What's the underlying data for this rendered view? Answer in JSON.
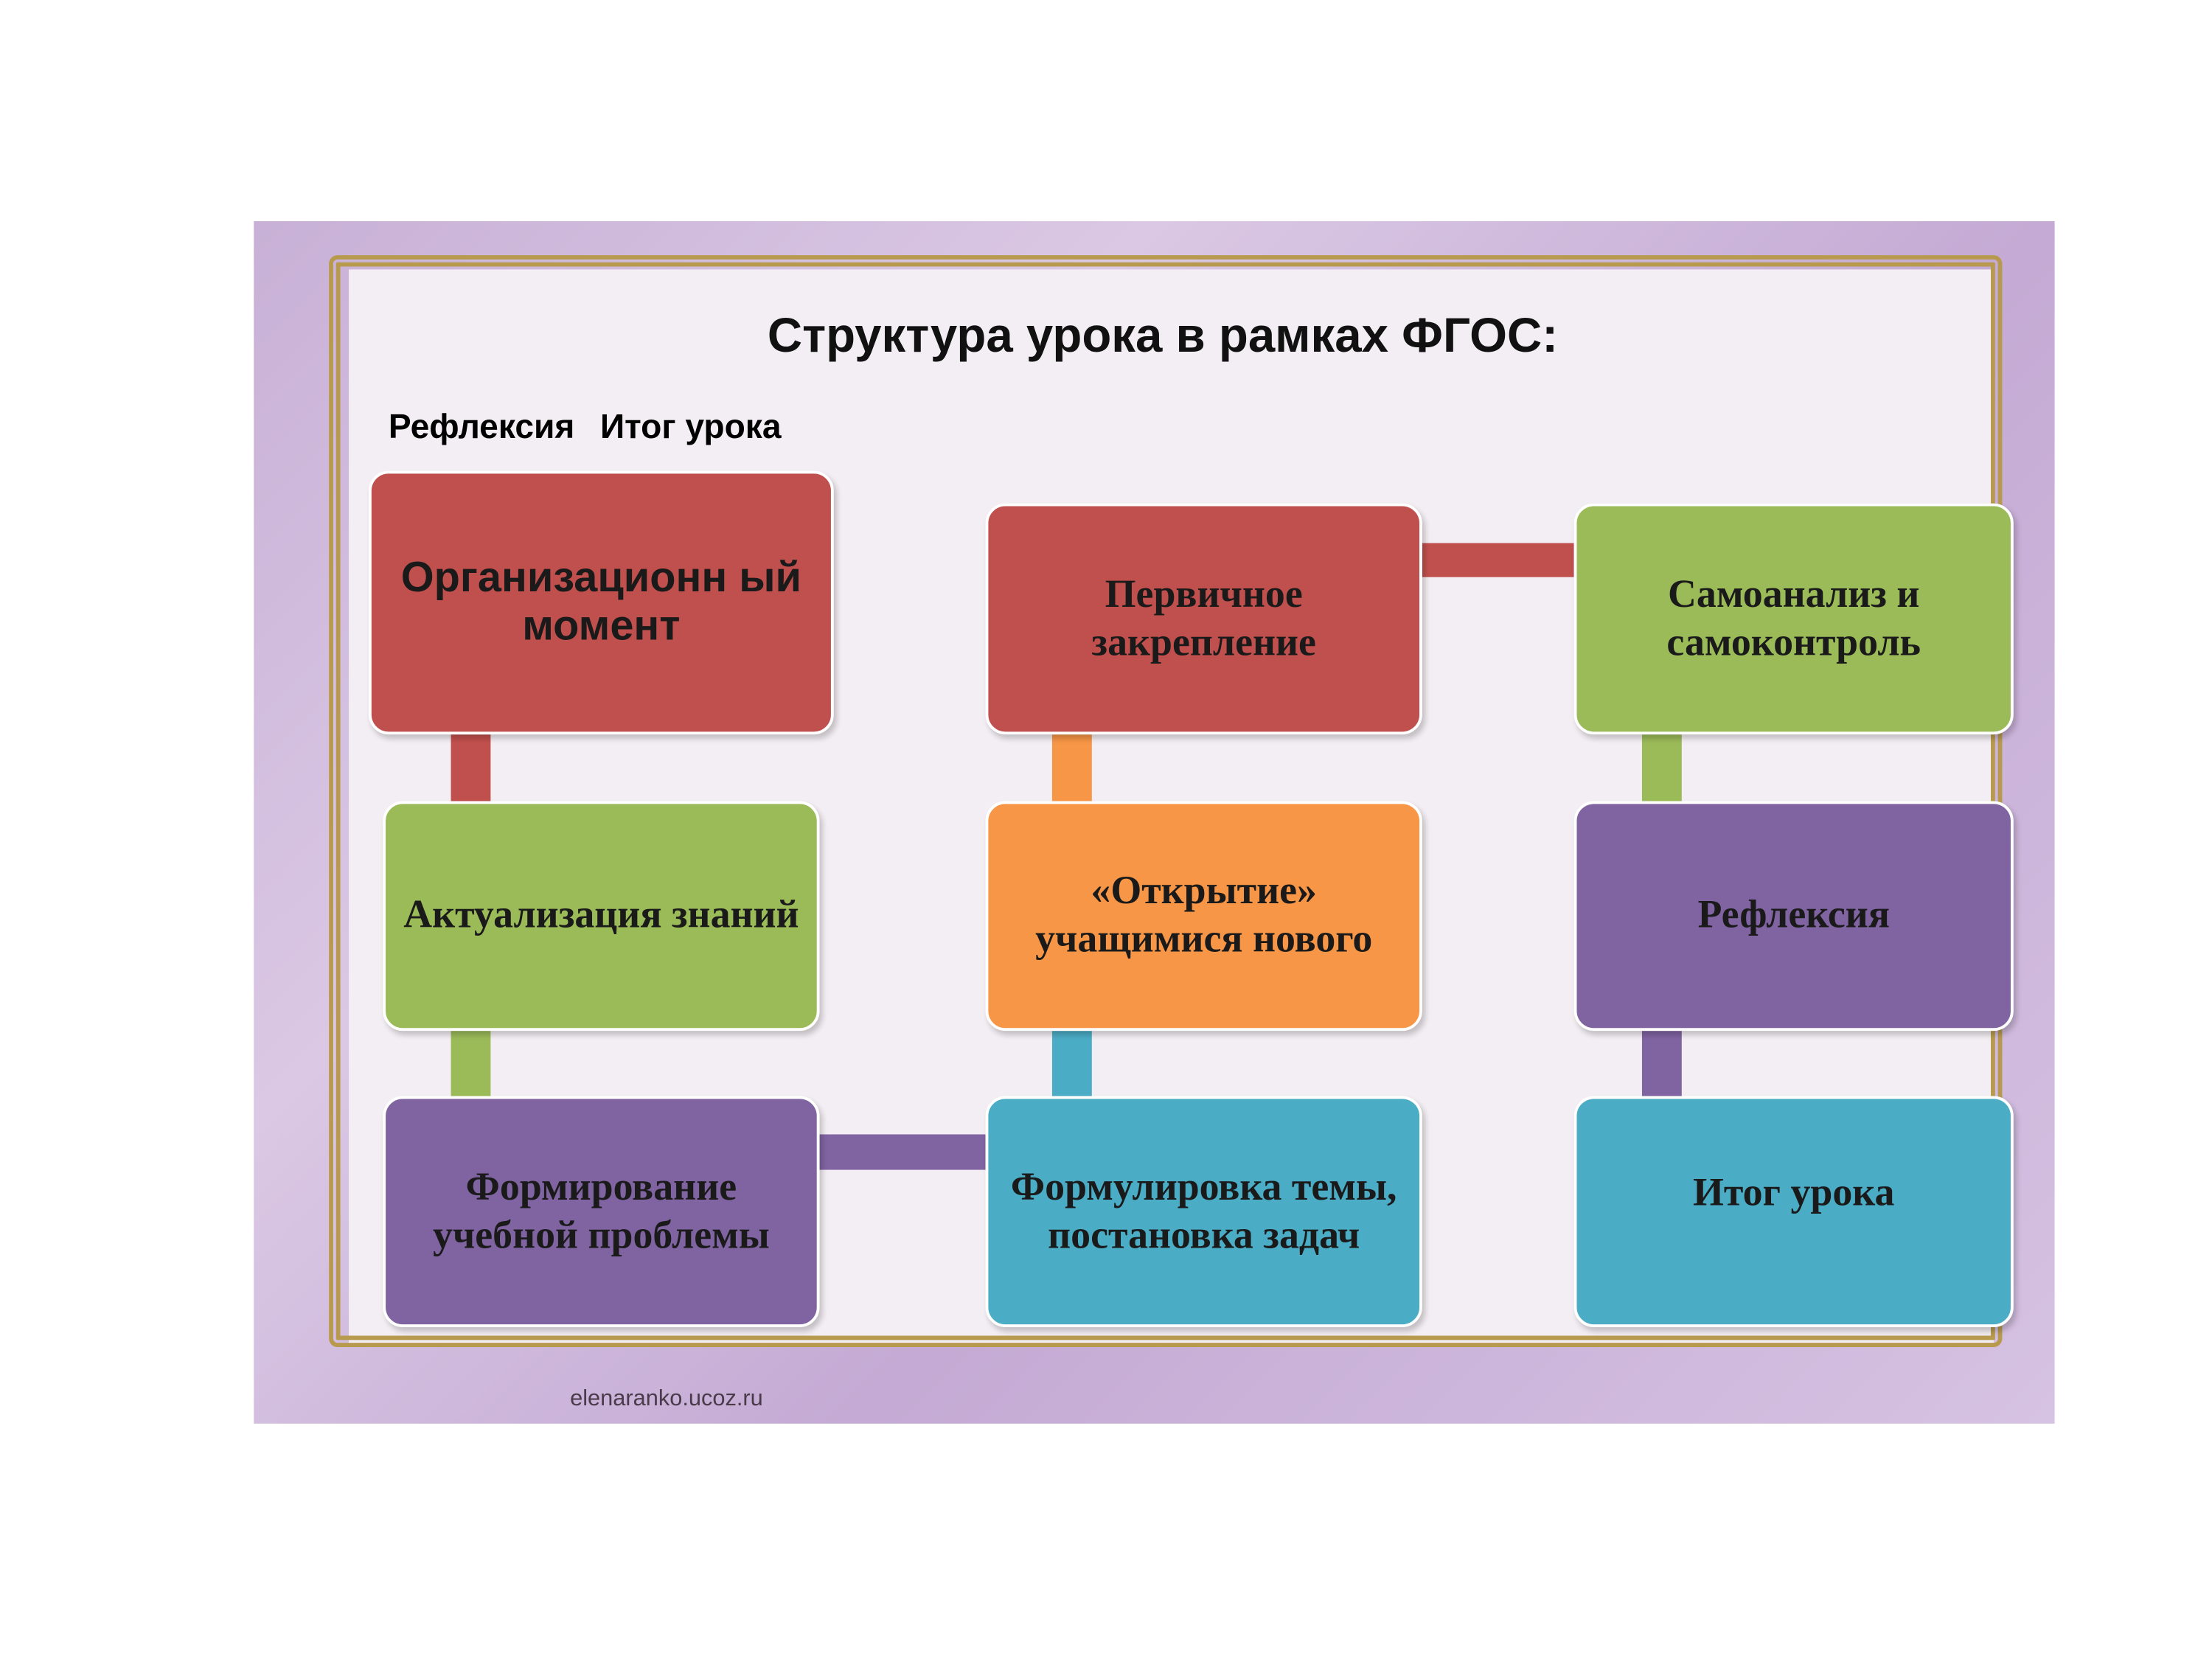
{
  "title": "Структура урока в рамках ФГОС:",
  "overlapping_label": [
    "Рефлексия",
    "Итог урока"
  ],
  "boxes": [
    {
      "label": "Организационный момент",
      "text": "Организационн ый момент",
      "color": "#c0504d"
    },
    {
      "label": "Актуализация знаний",
      "text": "Актуализация знаний",
      "color": "#9bbb59"
    },
    {
      "label": "Формирование учебной проблемы",
      "text": "Формирование учебной проблемы",
      "color": "#8064a2"
    },
    {
      "label": "Формулировка темы, постановка задач",
      "text": "Формулировка темы, постановка задач",
      "color": "#4bacc6"
    },
    {
      "label": "«Открытие» учащимися нового",
      "text": "«Открытие» учащимися нового",
      "color": "#f79646"
    },
    {
      "label": "Первичное закрепление",
      "text": "Первичное закрепление",
      "color": "#c0504d"
    },
    {
      "label": "Самоанализ и самоконтроль",
      "text": "Самоанализ и самоконтроль",
      "color": "#9bbb59"
    },
    {
      "label": "Рефлексия",
      "text": "Рефлексия",
      "color": "#8064a2"
    },
    {
      "label": "Итог урока",
      "text": "Итог урока",
      "color": "#4bacc6"
    }
  ],
  "watermark": "elenaranko.ucoz.ru"
}
